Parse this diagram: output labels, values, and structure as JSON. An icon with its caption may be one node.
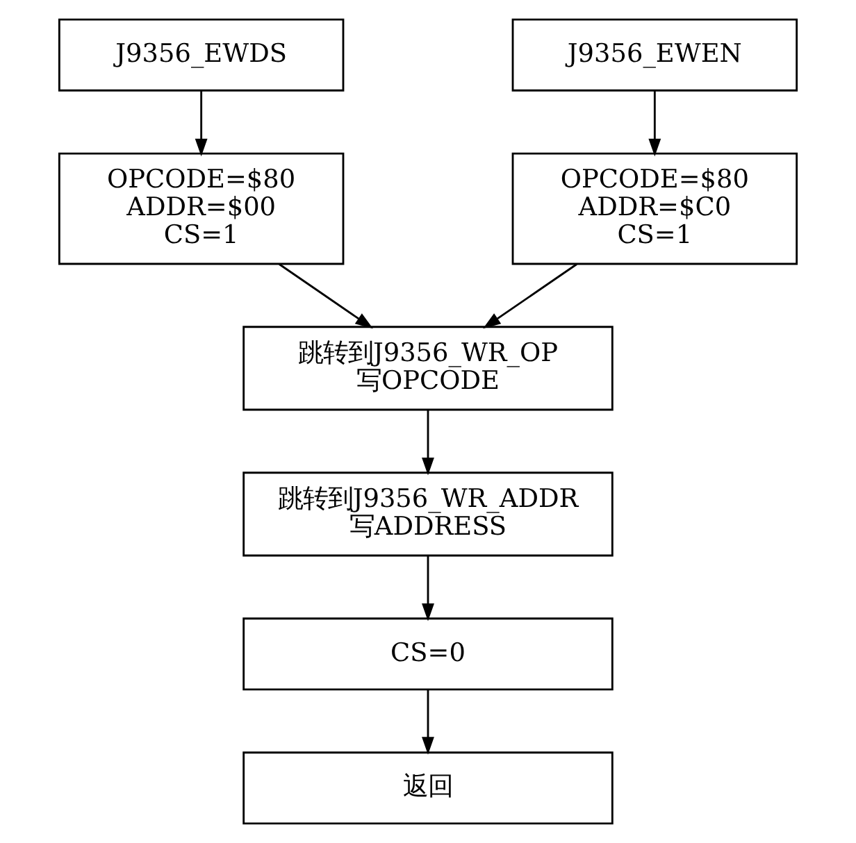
{
  "diagram": {
    "nodes": [
      {
        "text": [
          "J9356_EWDS"
        ]
      },
      {
        "text": [
          "J9356_EWEN"
        ]
      },
      {
        "text": [
          "OPCODE=$80",
          "ADDR=$00",
          "CS=1"
        ]
      },
      {
        "text": [
          "OPCODE=$80",
          "ADDR=$C0",
          "CS=1"
        ]
      },
      {
        "text": [
          "跳转到J9356_WR_OP",
          "写OPCODE"
        ]
      },
      {
        "text": [
          "跳转到J9356_WR_ADDR",
          "写ADDRESS"
        ]
      },
      {
        "text": [
          "CS=0"
        ]
      },
      {
        "text": [
          "返回"
        ]
      }
    ],
    "edges": [
      {
        "from": 0,
        "to": 2,
        "arrow": "to"
      },
      {
        "from": 1,
        "to": 3,
        "arrow": "to"
      },
      {
        "from": 2,
        "to": 4,
        "arrow": "to"
      },
      {
        "from": 3,
        "to": 4,
        "arrow": "to"
      },
      {
        "from": 4,
        "to": 5,
        "arrow": "to"
      },
      {
        "from": 5,
        "to": 6,
        "arrow": "to"
      },
      {
        "from": 6,
        "to": 7,
        "arrow": "to"
      }
    ]
  }
}
